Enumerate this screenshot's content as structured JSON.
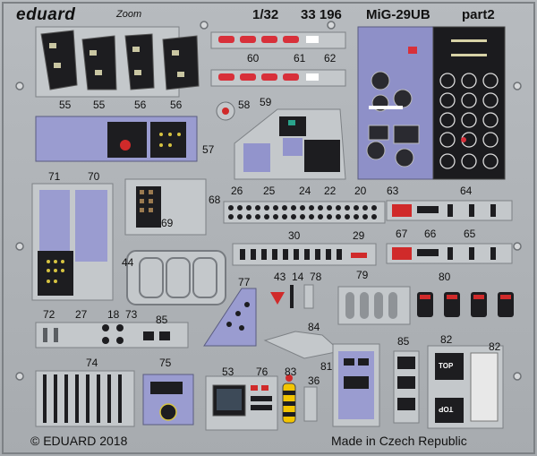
{
  "header": {
    "brand": "eduard",
    "zoom_logo": "Zoom",
    "scale": "1/32",
    "set_number": "33 196",
    "model": "MiG-29UB",
    "part": "part2"
  },
  "footer": {
    "copyright": "© EDUARD 2018",
    "origin": "Made in Czech Republic"
  },
  "part_numbers": {
    "p55a": "55",
    "p55b": "55",
    "p56a": "56",
    "p56b": "56",
    "p57": "57",
    "p58": "58",
    "p59": "59",
    "p60": "60",
    "p61": "61",
    "p62": "62",
    "p63": "63",
    "p64": "64",
    "p65": "65",
    "p66": "66",
    "p67": "67",
    "p68": "68",
    "p69": "69",
    "p70": "70",
    "p71": "71",
    "p20": "20",
    "p22": "22",
    "p24": "24",
    "p25": "25",
    "p26": "26",
    "p29": "29",
    "p30": "30",
    "p43": "43",
    "p14": "14",
    "p78": "78",
    "p44": "44",
    "p77": "77",
    "p79": "79",
    "p80": "80",
    "p72": "72",
    "p27": "27",
    "p18": "18",
    "p73": "73",
    "p85a": "85",
    "p84": "84",
    "p74": "74",
    "p75": "75",
    "p53": "53",
    "p76": "76",
    "p83": "83",
    "p36": "36",
    "p81": "81",
    "p85b": "85",
    "p82a": "82",
    "p82b": "82"
  },
  "decals": {
    "top_a": "TOP",
    "top_b": "TOP"
  },
  "colors": {
    "fret": "#b0b4b8",
    "panel_blue": "#8c8fc8",
    "panel_dark": "#1c1c1e",
    "accent_red": "#d0202a",
    "accent_yellow": "#f2c400"
  }
}
